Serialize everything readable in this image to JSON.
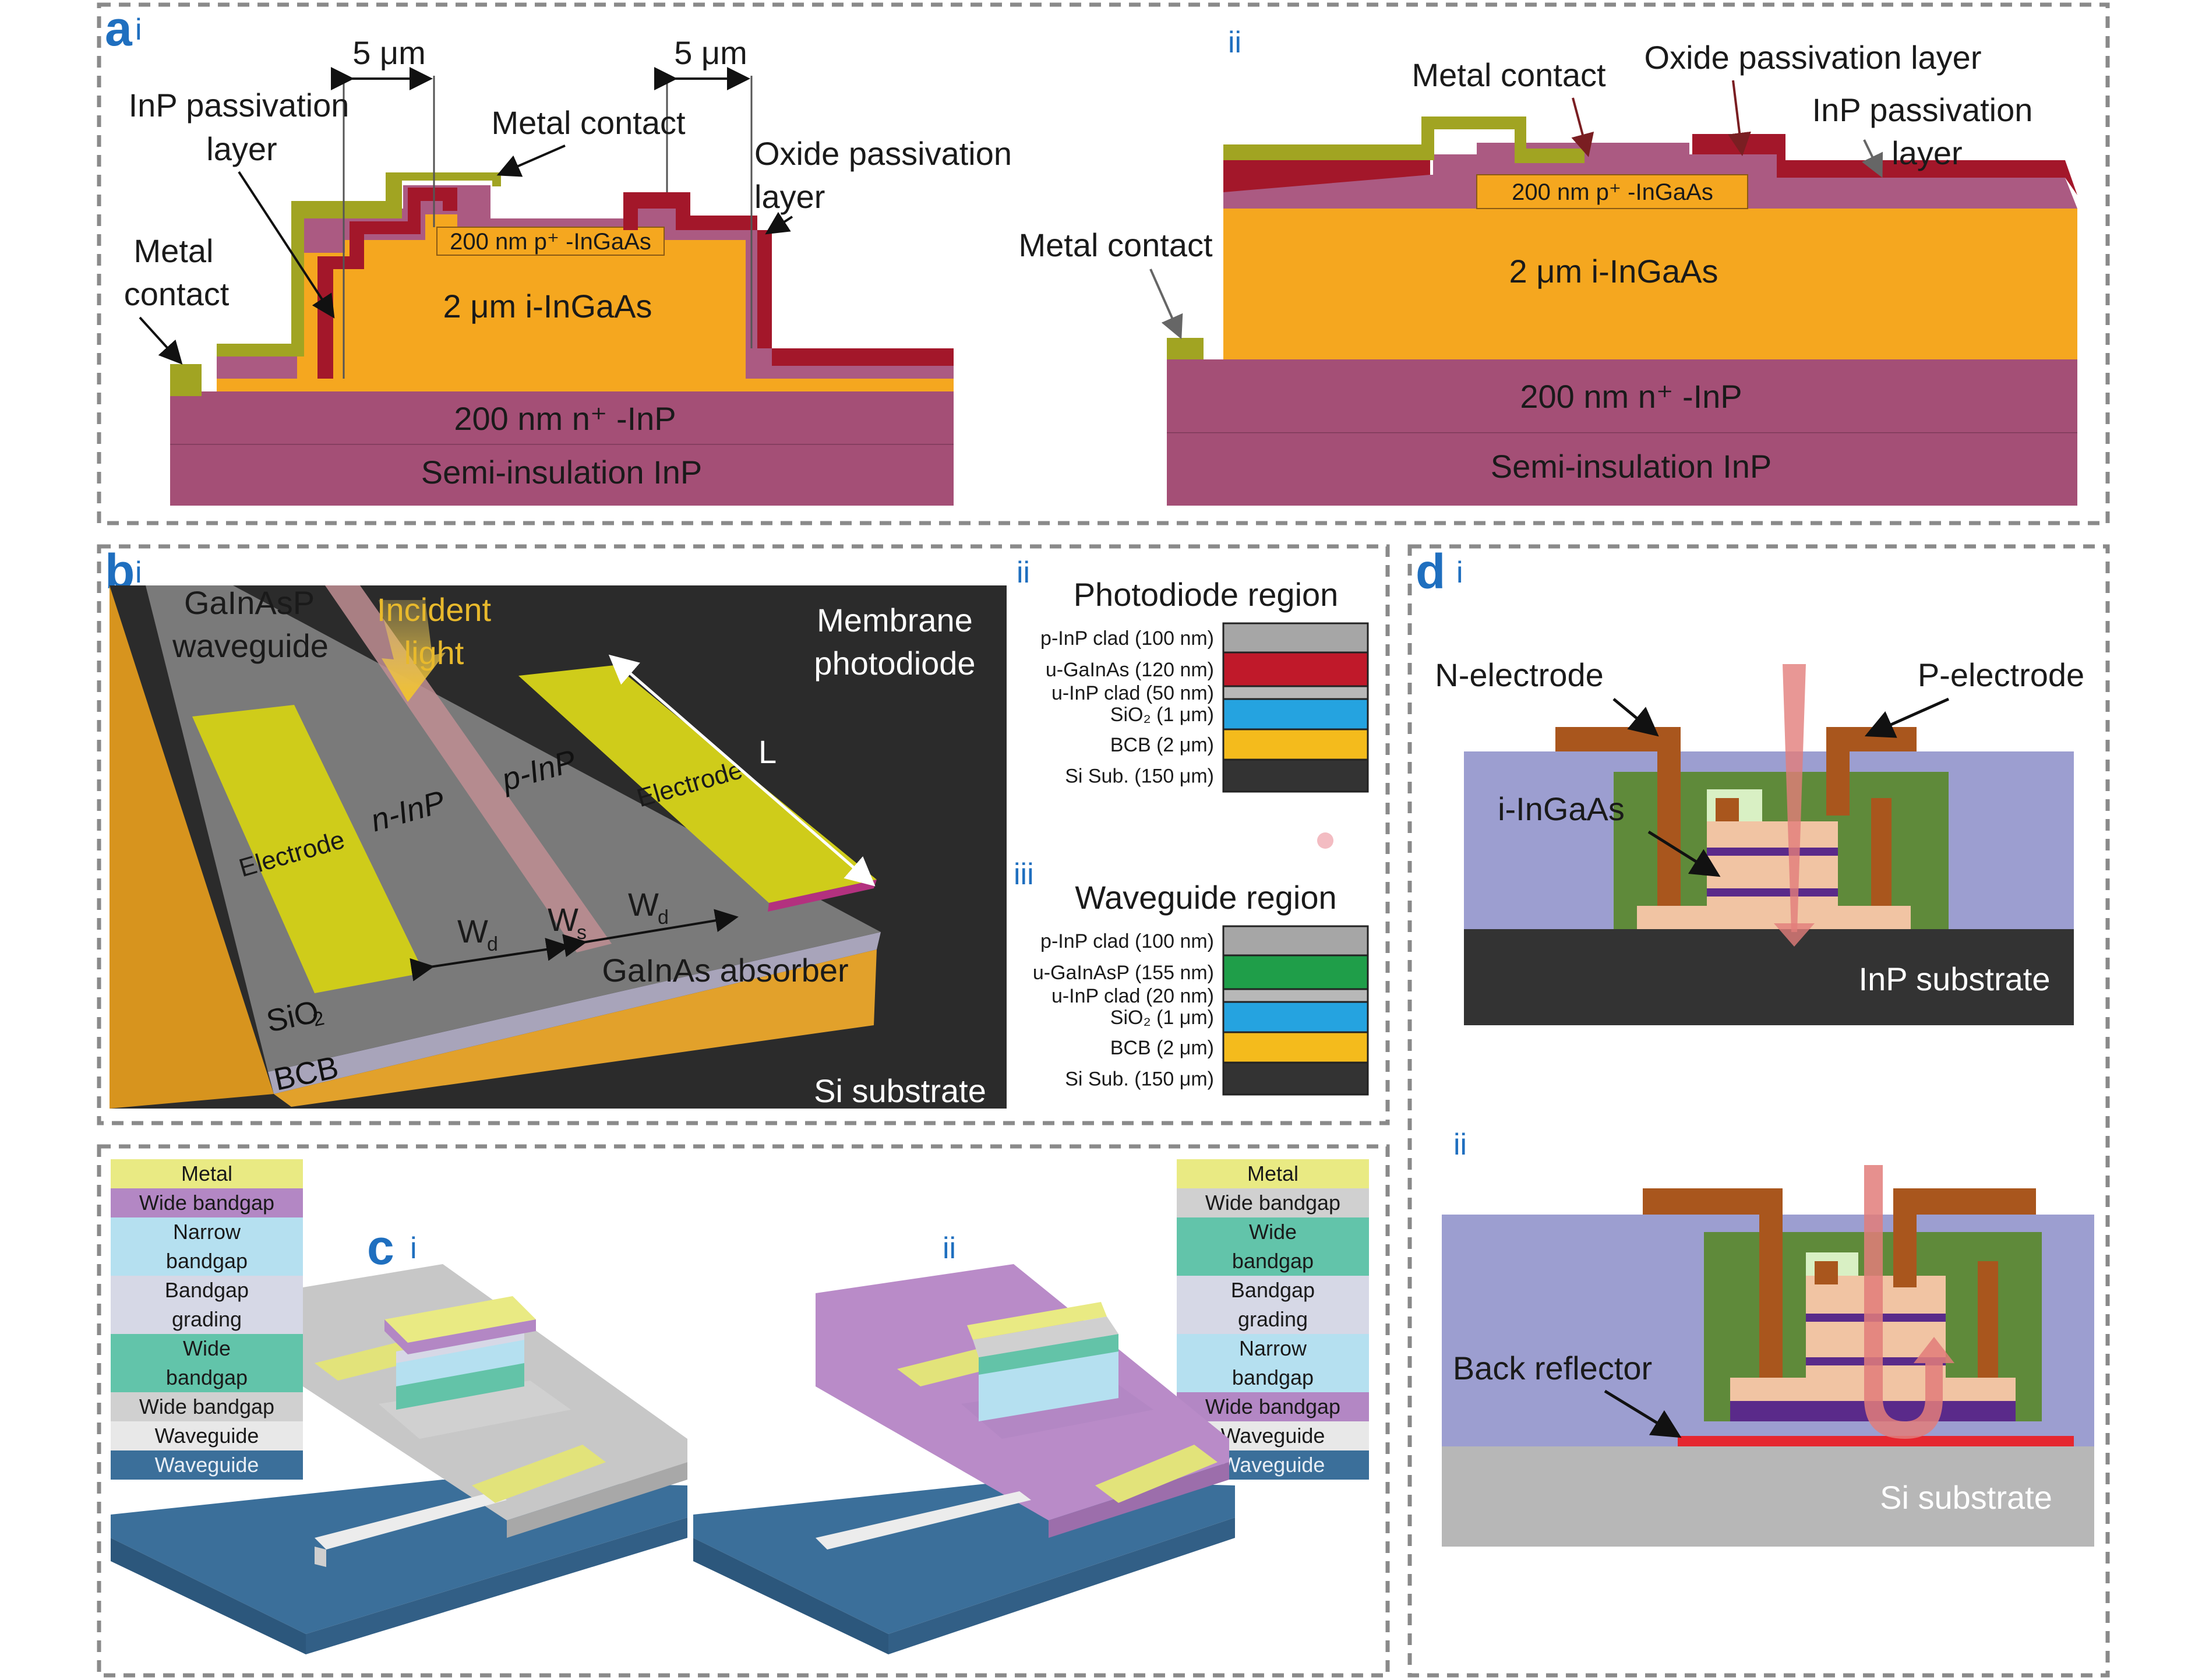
{
  "panel_a": {
    "letter": "a",
    "i": {
      "roman": "i",
      "dim_left": "5 μm",
      "dim_right": "5 μm",
      "inp_pass_1": "InP passivation",
      "inp_pass_2": "layer",
      "metal_top": "Metal contact",
      "oxide_1": "Oxide passivation",
      "oxide_2": "layer",
      "metal_side_1": "Metal",
      "metal_side_2": "contact",
      "p_layer": "200 nm p⁺ -InGaAs",
      "i_layer": "2 μm i-InGaAs",
      "n_layer": "200 nm n⁺ -InP",
      "substrate": "Semi-insulation InP"
    },
    "ii": {
      "roman": "ii",
      "metal_top": "Metal contact",
      "oxide": "Oxide passivation layer",
      "inp_pass_1": "InP passivation",
      "inp_pass_2": "layer",
      "metal_side": "Metal contact",
      "p_layer": "200 nm p⁺ -InGaAs",
      "i_layer": "2 μm i-InGaAs",
      "n_layer": "200 nm n⁺ -InP",
      "substrate": "Semi-insulation InP"
    }
  },
  "panel_b": {
    "letter": "b",
    "i": {
      "roman": "i",
      "waveguide_1": "GaInAsP",
      "waveguide_2": "waveguide",
      "incident_1": "Incident",
      "incident_2": "light",
      "membrane_1": "Membrane",
      "membrane_2": "photodiode",
      "electrode_left": "Electrode",
      "electrode_right": "Electrode",
      "n_inp": "n-InP",
      "p_inp": "p-InP",
      "length": "L",
      "wd": "W",
      "wd_sub": "d",
      "ws": "W",
      "ws_sub": "s",
      "absorber": "GaInAs absorber",
      "sio2": "SiO",
      "sio2_sub": "2",
      "bcb": "BCB",
      "si_sub": "Si substrate"
    },
    "ii": {
      "roman": "ii",
      "title": "Photodiode region",
      "layers": [
        {
          "label": "p-InP clad (100 nm)",
          "color": "#a6a6a6"
        },
        {
          "label": "u-GaInAs (120 nm)",
          "color": "#c0192a"
        },
        {
          "label": "u-InP clad (50 nm)",
          "color": "#b8b8b8"
        },
        {
          "label": "SiO₂ (1 μm)",
          "color": "#25a3e0"
        },
        {
          "label": "BCB (2 μm)",
          "color": "#f4bb1c"
        },
        {
          "label": "Si Sub. (150 μm)",
          "color": "#333333"
        }
      ]
    },
    "iii": {
      "roman": "iii",
      "title": "Waveguide region",
      "layers": [
        {
          "label": "p-InP clad (100 nm)",
          "color": "#a6a6a6"
        },
        {
          "label": "u-GaInAsP (155 nm)",
          "color": "#1f9e49"
        },
        {
          "label": "u-InP clad (20 nm)",
          "color": "#b8b8b8"
        },
        {
          "label": "SiO₂ (1 μm)",
          "color": "#25a3e0"
        },
        {
          "label": "BCB (2 μm)",
          "color": "#f4bb1c"
        },
        {
          "label": "Si Sub. (150 μm)",
          "color": "#333333"
        }
      ]
    }
  },
  "panel_c": {
    "letter": "c",
    "i": {
      "roman": "i",
      "legend": [
        {
          "lines": [
            "Metal"
          ],
          "color": "#e9ea83"
        },
        {
          "lines": [
            "Wide bandgap"
          ],
          "color": "#b387c4"
        },
        {
          "lines": [
            "Narrow",
            "bandgap"
          ],
          "color": "#b5e0f0"
        },
        {
          "lines": [
            "Bandgap",
            "grading"
          ],
          "color": "#d6d8e6"
        },
        {
          "lines": [
            "Wide",
            "bandgap"
          ],
          "color": "#62c4aa"
        },
        {
          "lines": [
            "Wide bandgap"
          ],
          "color": "#d0d0d0"
        },
        {
          "lines": [
            "Waveguide"
          ],
          "color": "#e8e8e8"
        },
        {
          "lines": [
            "Waveguide"
          ],
          "color": "#3b6f9a"
        }
      ]
    },
    "ii": {
      "roman": "ii",
      "legend": [
        {
          "lines": [
            "Metal"
          ],
          "color": "#e9ea83"
        },
        {
          "lines": [
            "Wide bandgap"
          ],
          "color": "#d0d0d0"
        },
        {
          "lines": [
            "Wide",
            "bandgap"
          ],
          "color": "#62c4aa"
        },
        {
          "lines": [
            "Bandgap",
            "grading"
          ],
          "color": "#d6d8e6"
        },
        {
          "lines": [
            "Narrow",
            "bandgap"
          ],
          "color": "#b5e0f0"
        },
        {
          "lines": [
            "Wide bandgap"
          ],
          "color": "#b387c4"
        },
        {
          "lines": [
            "Waveguide"
          ],
          "color": "#e8e8e8"
        },
        {
          "lines": [
            "Waveguide"
          ],
          "color": "#3b6f9a"
        }
      ]
    }
  },
  "panel_d": {
    "letter": "d",
    "i": {
      "roman": "i",
      "n_electrode": "N-electrode",
      "p_electrode": "P-electrode",
      "absorber": "i-InGaAs",
      "substrate": "InP substrate"
    },
    "ii": {
      "roman": "ii",
      "reflector": "Back reflector",
      "substrate": "Si substrate"
    }
  }
}
